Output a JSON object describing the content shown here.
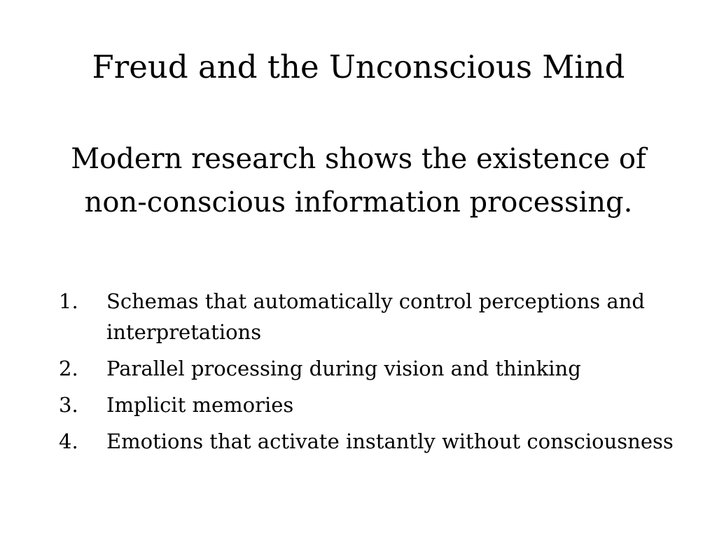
{
  "slide": {
    "title": "Freud and the Unconscious Mind",
    "subtitle_lines": [
      "Modern research shows the existence of",
      "non-conscious information processing."
    ],
    "points": [
      {
        "number": "1.",
        "text": "Schemas that automatically control perceptions and interpretations"
      },
      {
        "number": "2.",
        "text": "Parallel processing during vision and thinking"
      },
      {
        "number": "3.",
        "text": "Implicit memories"
      },
      {
        "number": "4.",
        "text": "Emotions that activate instantly without consciousness"
      }
    ]
  },
  "colors": {
    "background": "#ffffff",
    "text": "#000000"
  }
}
